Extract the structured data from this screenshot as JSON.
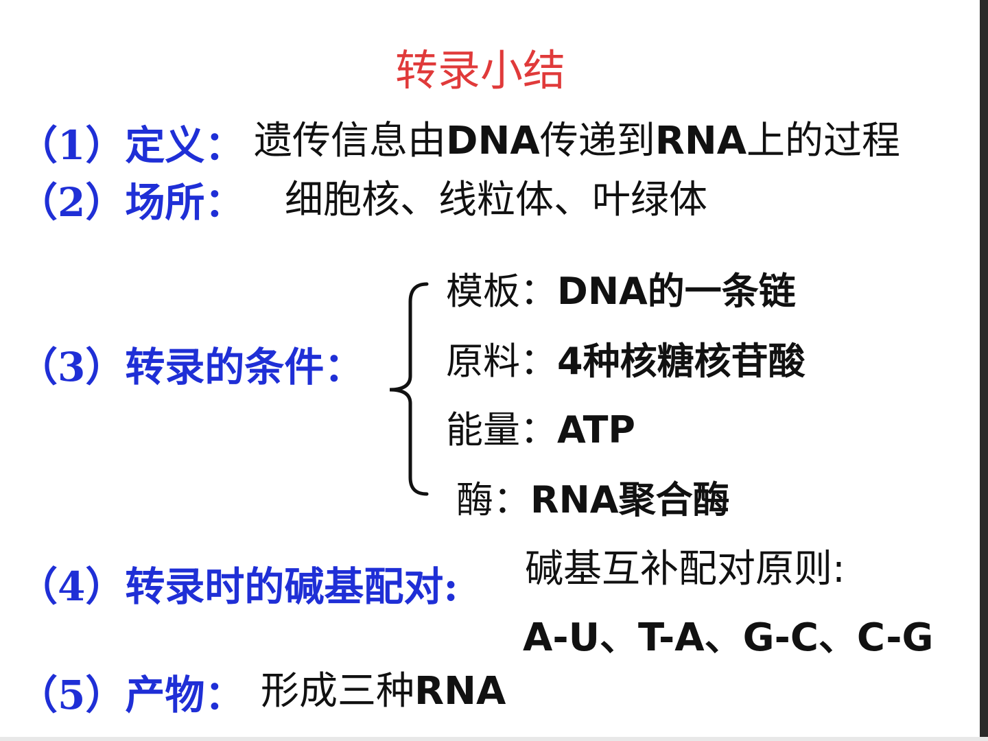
{
  "title": "转录小结",
  "items": [
    {
      "label": "（1）定义：",
      "value_parts": [
        "遗传信息由",
        "DNA",
        "传递到",
        "RNA",
        "上的过程"
      ]
    },
    {
      "label": "（2）场所：",
      "value": "细胞核、线粒体、叶绿体"
    },
    {
      "label": "（3）转录的条件：",
      "conditions": [
        {
          "key": "模板：",
          "value": "DNA的一条链"
        },
        {
          "key": "原料：",
          "value": "4种核糖核苷酸"
        },
        {
          "key": "能量：",
          "value": "ATP"
        },
        {
          "key": "酶：",
          "value": "RNA聚合酶"
        }
      ]
    },
    {
      "label": "（4）转录时的碱基配对:",
      "rule": "碱基互补配对原则:",
      "pairs": "A-U、T-A、G-C、C-G"
    },
    {
      "label": "（5）产物：",
      "value_parts": [
        "形成三种",
        "RNA"
      ]
    }
  ],
  "colors": {
    "title": "#e03a3a",
    "label": "#1f2fd6",
    "text": "#111111"
  }
}
